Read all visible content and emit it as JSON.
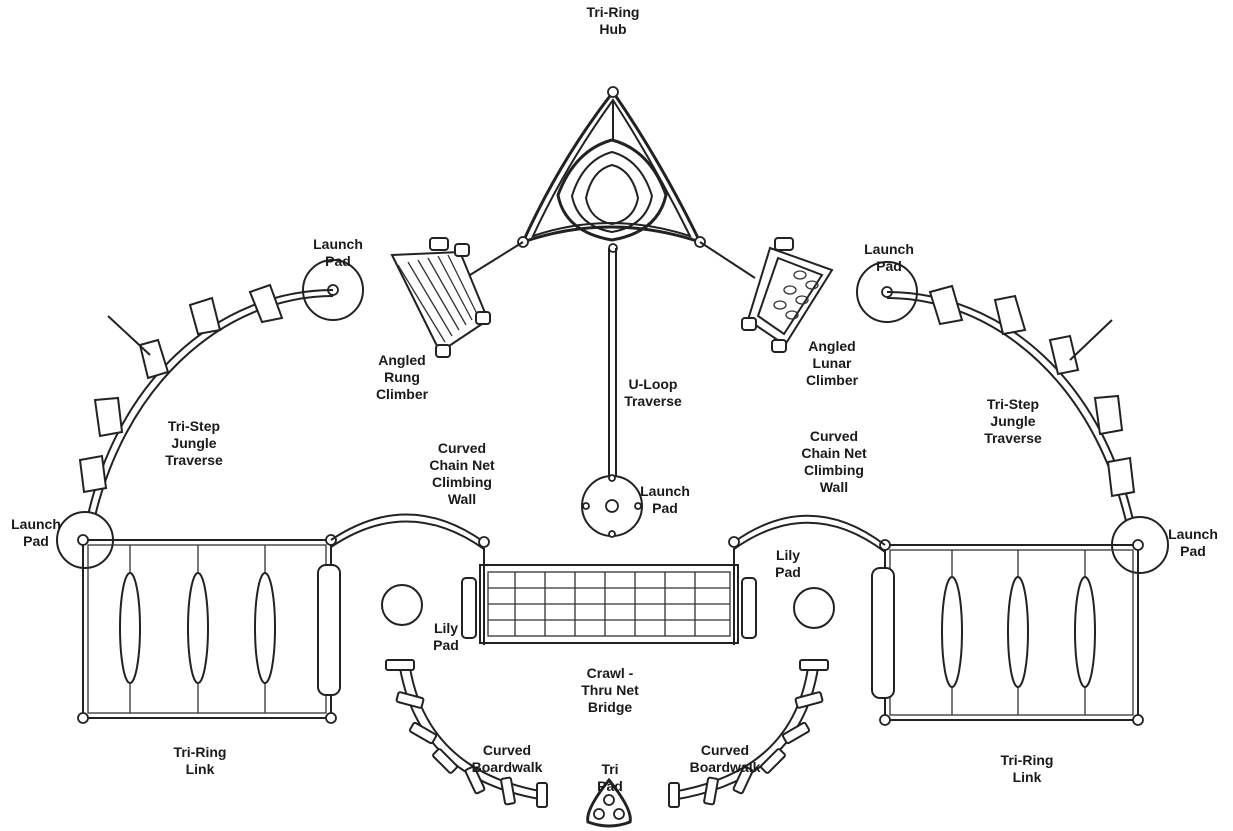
{
  "labels": {
    "tri_ring_hub": [
      "Tri-Ring",
      "Hub"
    ],
    "launch_pad_upper_left": [
      "Launch",
      "Pad"
    ],
    "launch_pad_upper_right": [
      "Launch",
      "Pad"
    ],
    "launch_pad_left": [
      "Launch",
      "Pad"
    ],
    "launch_pad_right": [
      "Launch",
      "Pad"
    ],
    "launch_pad_center": [
      "Launch",
      "Pad"
    ],
    "angled_rung_climber": [
      "Angled",
      "Rung",
      "Climber"
    ],
    "angled_lunar_climber": [
      "Angled",
      "Lunar",
      "Climber"
    ],
    "u_loop_traverse": [
      "U-Loop",
      "Traverse"
    ],
    "tri_step_left": [
      "Tri-Step",
      "Jungle",
      "Traverse"
    ],
    "tri_step_right": [
      "Tri-Step",
      "Jungle",
      "Traverse"
    ],
    "chain_net_left": [
      "Curved",
      "Chain Net",
      "Climbing",
      "Wall"
    ],
    "chain_net_right": [
      "Curved",
      "Chain Net",
      "Climbing",
      "Wall"
    ],
    "lily_pad_left": [
      "Lily",
      "Pad"
    ],
    "lily_pad_right": [
      "Lily",
      "Pad"
    ],
    "crawl_thru": [
      "Crawl -",
      "Thru Net",
      "Bridge"
    ],
    "tri_ring_link_left": [
      "Tri-Ring",
      "Link"
    ],
    "tri_ring_link_right": [
      "Tri-Ring",
      "Link"
    ],
    "boardwalk_left": [
      "Curved",
      "Boardwalk"
    ],
    "boardwalk_right": [
      "Curved",
      "Boardwalk"
    ],
    "tri_pad": [
      "Tri",
      "Pad"
    ]
  }
}
